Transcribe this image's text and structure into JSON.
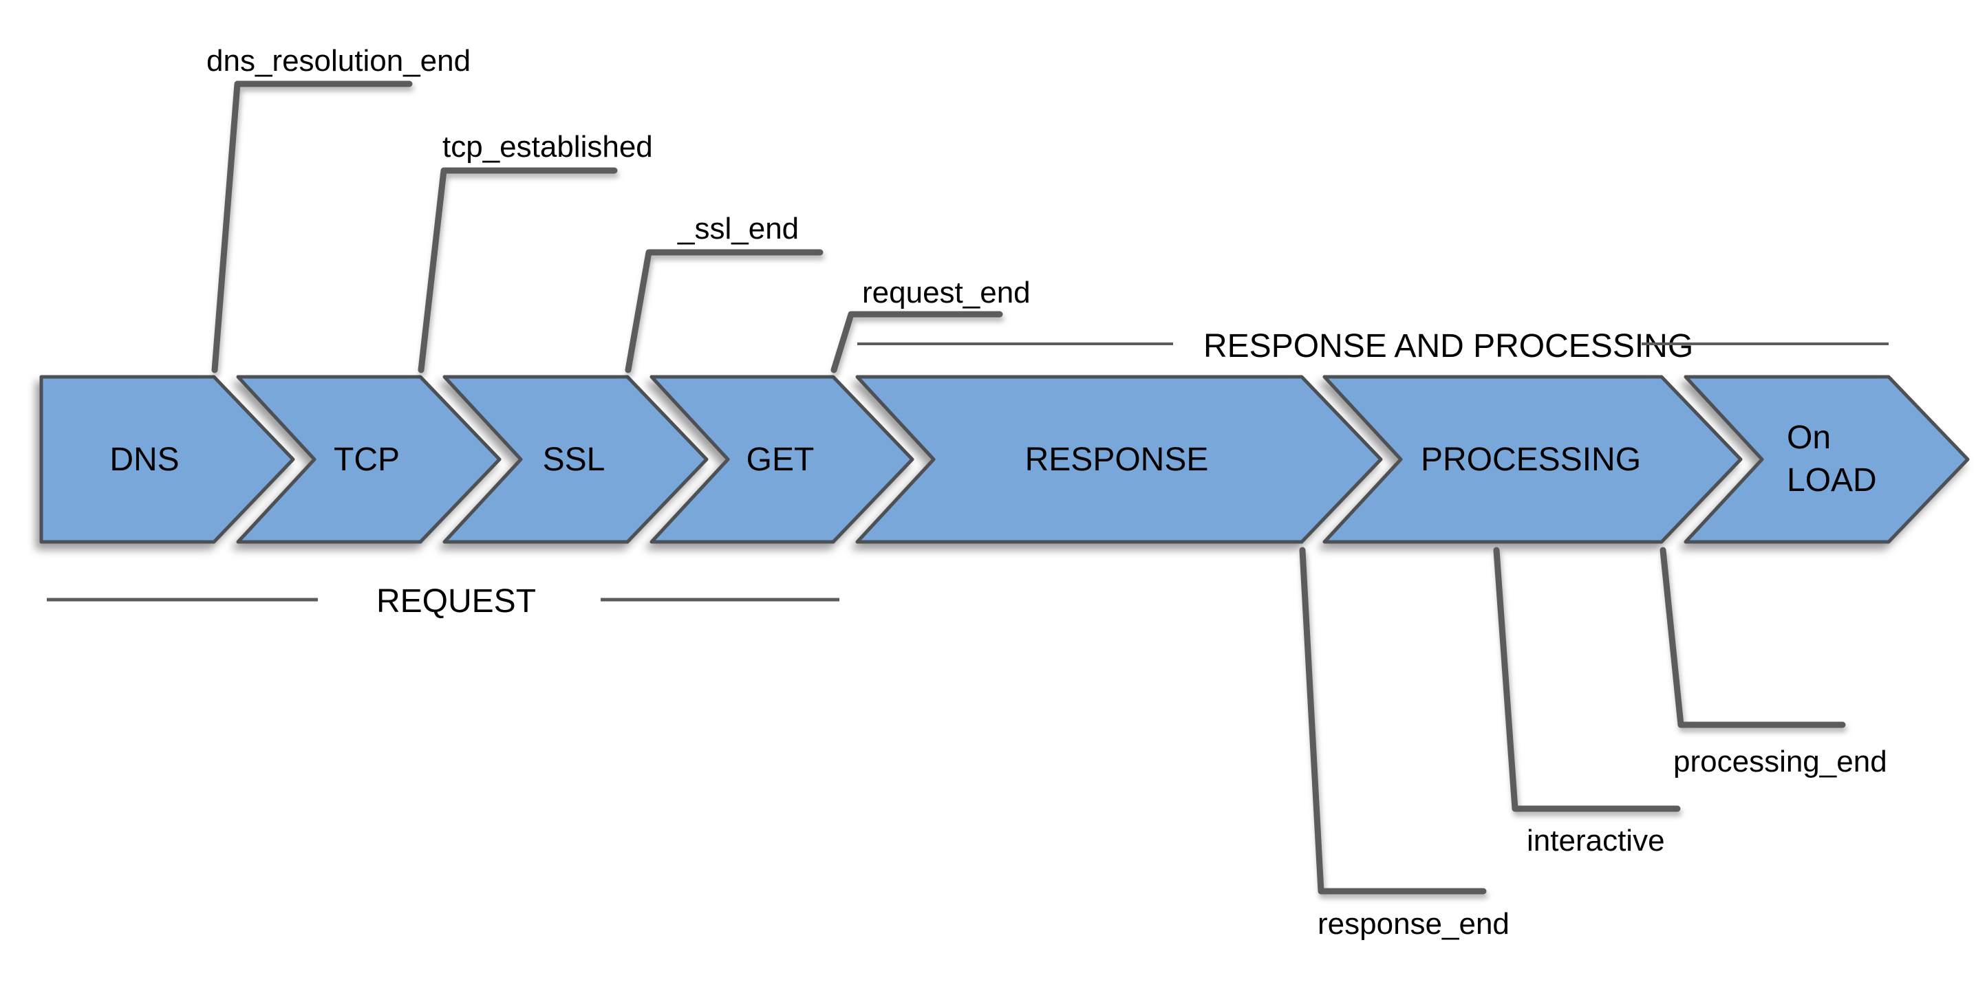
{
  "diagram": {
    "description": "Page load timeline with phases and timing events",
    "sections": {
      "request": {
        "label": "REQUEST"
      },
      "response_and_processing": {
        "label": "RESPONSE AND PROCESSING"
      }
    },
    "phases": [
      {
        "id": "dns",
        "label": "DNS"
      },
      {
        "id": "tcp",
        "label": "TCP"
      },
      {
        "id": "ssl",
        "label": "SSL"
      },
      {
        "id": "get",
        "label": "GET"
      },
      {
        "id": "response",
        "label": "RESPONSE"
      },
      {
        "id": "processing",
        "label": "PROCESSING"
      },
      {
        "id": "onload",
        "label_line1": "On",
        "label_line2": "LOAD"
      }
    ],
    "events": [
      {
        "id": "dns_resolution_end",
        "label": "dns_resolution_end",
        "position": "above"
      },
      {
        "id": "tcp_established",
        "label": "tcp_established",
        "position": "above"
      },
      {
        "id": "ssl_end",
        "label": "_ssl_end",
        "position": "above"
      },
      {
        "id": "request_end",
        "label": "request_end",
        "position": "above"
      },
      {
        "id": "response_end",
        "label": "response_end",
        "position": "below"
      },
      {
        "id": "interactive",
        "label": "interactive",
        "position": "below"
      },
      {
        "id": "processing_end",
        "label": "processing_end",
        "position": "below"
      }
    ],
    "colors": {
      "arrow_fill": "#7AA7DA",
      "arrow_border": "#4D5156",
      "line": "#5C5C5C",
      "text": "#000000",
      "background": "#FFFFFF"
    }
  }
}
